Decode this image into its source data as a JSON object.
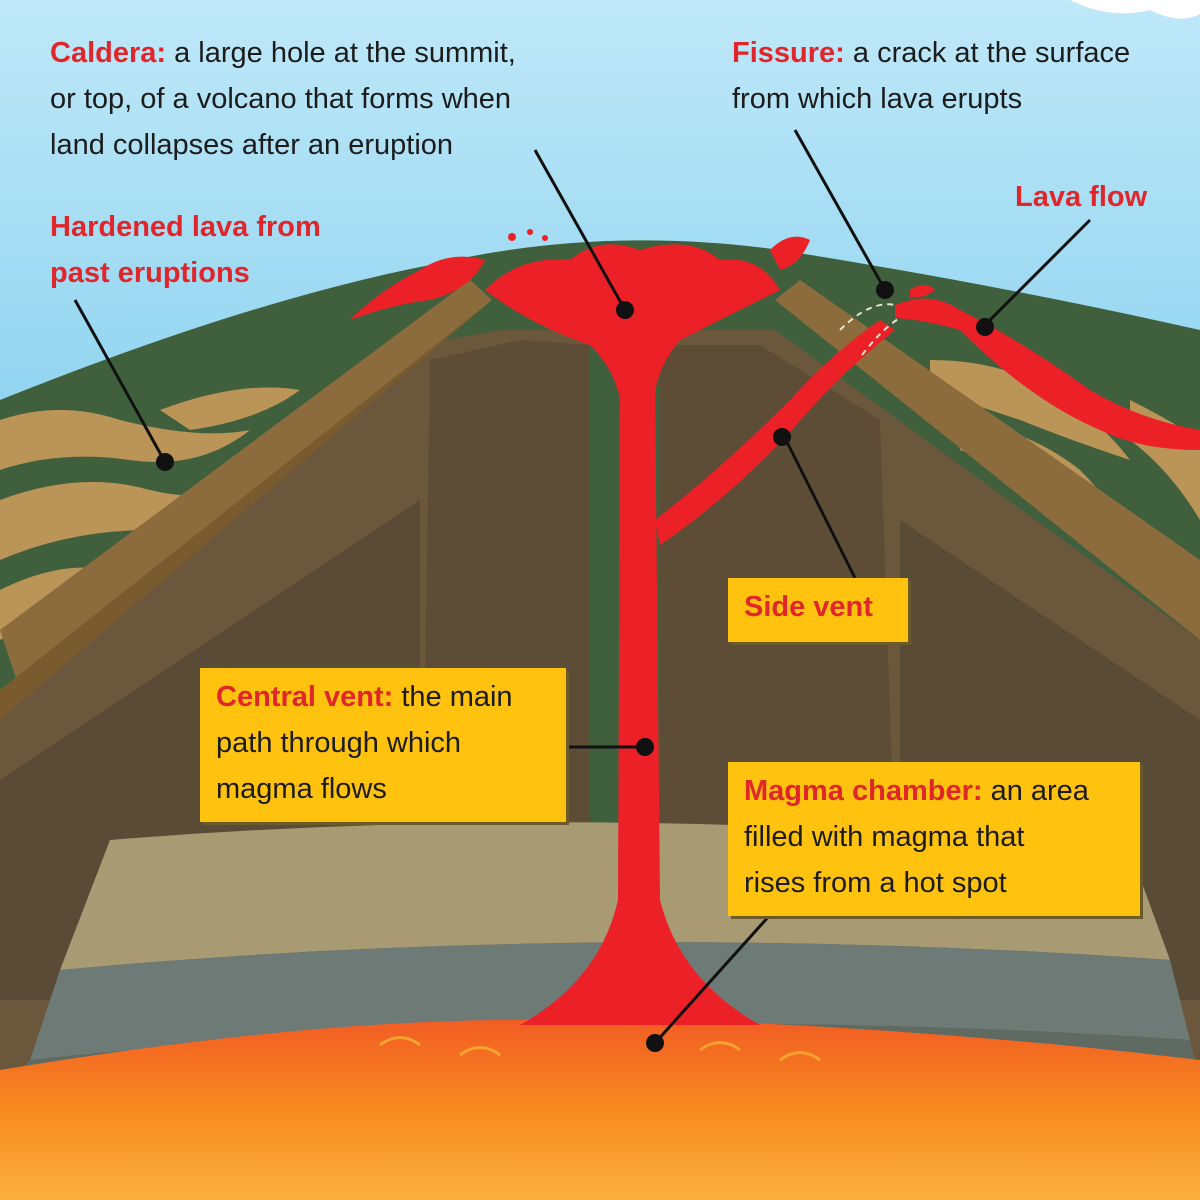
{
  "colors": {
    "sky_top": "#aee3f6",
    "sky_bottom": "#3fb3e4",
    "surface_green": "#3f5f3c",
    "crust_tan": "#8a6a3c",
    "rock_dark": "#5a4a35",
    "lava_red": "#ee2128",
    "magma_orange": "#f7891f",
    "label_red": "#e0262b",
    "box_yellow": "#ffc20e"
  },
  "labels": {
    "caldera": {
      "term": "Caldera:",
      "line1": " a large hole at the summit,",
      "line2": "or top, of a volcano that forms when",
      "line3": "land collapses after an eruption"
    },
    "fissure": {
      "term": "Fissure:",
      "line1": " a crack at the surface",
      "line2": "from which lava erupts"
    },
    "lava_flow": {
      "term": "Lava flow"
    },
    "hardened_lava": {
      "line1": "Hardened lava from",
      "line2": "past eruptions"
    },
    "side_vent": {
      "term": "Side vent"
    },
    "central_vent": {
      "term": "Central vent:",
      "line1": " the main",
      "line2": "path through which",
      "line3": "magma flows"
    },
    "magma_chamber": {
      "term": "Magma chamber:",
      "line1": " an area",
      "line2": "filled with magma that",
      "line3": "rises from a hot spot"
    }
  }
}
